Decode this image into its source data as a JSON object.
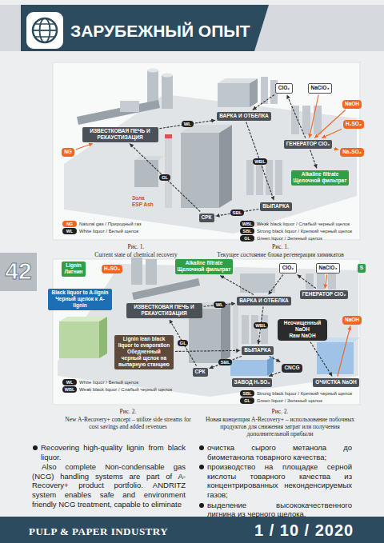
{
  "diagram": {
    "nodes": [
      {
        "text": [
          "ИЗВЕСТКОВАЯ ПЕЧЬ И РЕКАУСТИЗАЦИЯ"
        ]
      },
      {
        "text": [
          "NG"
        ]
      },
      {
        "text": [
          "ВАРКА И ОТБЕЛКА"
        ]
      },
      {
        "text": [
          "СРК"
        ]
      },
      {
        "text": [
          "ВЫПАРКА"
        ]
      },
      {
        "text": [
          "ГЕНЕРАТОР ClO₂"
        ]
      },
      {
        "text": [
          "ClO₂"
        ]
      },
      {
        "text": [
          "NaClO₃"
        ]
      },
      {
        "text": [
          "NaOH"
        ]
      },
      {
        "text": [
          "H₂SO₄"
        ]
      },
      {
        "text": [
          "Na₂SO₄"
        ]
      },
      {
        "text": [
          "Alkaline filtrate",
          "Щелочной фильтрат"
        ]
      },
      {
        "text": [
          "ИЗВЕСТКОВАЯ ПЕЧЬ И РЕКАУСТИЗАЦИЯ"
        ]
      },
      {
        "text": [
          "ВАРКА И ОТБЕЛКА"
        ]
      },
      {
        "text": [
          "Alkaline filtrate",
          "Щелочной фильтрат"
        ]
      },
      {
        "text": [
          "ClO₂"
        ]
      },
      {
        "text": [
          "NaClO₃"
        ]
      },
      {
        "text": [
          "ГЕНЕРАТОР ClO₂"
        ]
      },
      {
        "text": [
          "NaOH"
        ]
      },
      {
        "text": [
          "S"
        ]
      },
      {
        "text": [
          "H₂SO₄"
        ]
      },
      {
        "text": [
          "Неочищенный NaOH",
          "Raw NaOH"
        ]
      },
      {
        "text": [
          "ОЧИСТКА NaOH"
        ]
      },
      {
        "text": [
          "СРК"
        ]
      },
      {
        "text": [
          "ВЫПАРКА"
        ]
      },
      {
        "text": [
          "ЗАВОД H₂SO₄"
        ]
      },
      {
        "text": [
          "CNCG"
        ]
      },
      {
        "text": [
          "Lignin",
          "Лигнин"
        ]
      },
      {
        "text": [
          "Black liquor to A-lignin",
          "Черный щелок к A-lignin"
        ]
      },
      {
        "text": [
          "Lignin lean black liquor to evaporation",
          "Обедненный черный щелок на выпарную станцию"
        ]
      }
    ],
    "edges": [
      {
        "from": 1,
        "to": 0,
        "arrow": "to"
      },
      {
        "from": 0,
        "to": 2,
        "label": "WL",
        "arrow": "to"
      },
      {
        "from": 2,
        "to": 4,
        "label": "WBL",
        "arrow": "to"
      },
      {
        "from": 4,
        "to": 3,
        "label": "SBL",
        "arrow": "to"
      },
      {
        "from": 3,
        "to": 0,
        "label": "GL",
        "arrow": "to"
      },
      {
        "from": 6,
        "to": 2,
        "arrow": "to"
      },
      {
        "from": 5,
        "to": 6,
        "arrow": "to"
      },
      {
        "from": 7,
        "to": 5,
        "arrow": "to"
      },
      {
        "from": 8,
        "to": 5,
        "arrow": "to"
      },
      {
        "from": 9,
        "to": 5,
        "arrow": "to"
      },
      {
        "from": 5,
        "to": 10,
        "arrow": "to"
      },
      {
        "from": 5,
        "to": 11,
        "arrow": "to"
      },
      {
        "from": 12,
        "to": 13,
        "label": "WL",
        "arrow": "to"
      },
      {
        "from": 13,
        "to": 24,
        "label": "WBL",
        "arrow": "to"
      },
      {
        "from": 24,
        "to": 23,
        "label": "SBL",
        "arrow": "to"
      },
      {
        "from": 23,
        "to": 12,
        "label": "GL",
        "arrow": "to"
      },
      {
        "from": 17,
        "to": 15,
        "arrow": "to"
      },
      {
        "from": 16,
        "to": 17,
        "arrow": "to"
      },
      {
        "from": 15,
        "to": 13,
        "arrow": "to"
      },
      {
        "from": 13,
        "to": 14,
        "arrow": "to"
      },
      {
        "from": 21,
        "to": 22,
        "arrow": "to"
      },
      {
        "from": 22,
        "to": 18,
        "arrow": "to"
      },
      {
        "from": 24,
        "to": 26,
        "arrow": "to"
      },
      {
        "from": 26,
        "to": 25,
        "arrow": "to"
      },
      {
        "from": 29,
        "to": 24,
        "arrow": "to"
      }
    ],
    "labels": [
      "ЗАРУБЕЖНЫЙ ОПЫТ",
      "42",
      "NG",
      "WL",
      "WBL",
      "SBL",
      "GL",
      "Зола",
      "ESP Ash",
      "Рис. 1.",
      "Current state of chemical recovery",
      "Рис. 1.",
      "Текущее состояние блока регенерации химикатов",
      "WL",
      "WBL",
      "SBL",
      "GL",
      "Рис. 2.",
      "New A-Recovery+ concept – utilize side streams for cost savings and added revenues",
      "Рис. 2.",
      "Новая концепция A-Recovery+ – использование побочных продуктов для снижения затрат или получения дополнительной прибыли",
      "Recovering high-quality lignin from black liquor.",
      "Also complete Non-condensable gas (NCG) handling systems are part of A-Recovery+ product portfolio. ANDRITZ system enables safe and environment friendly NCG treatment, capable to eliminate",
      "очистка сырого метанола до биометанола товарного качества;",
      "производство на площадке серной кислоты товарного качества из концентрированных неконденсируемых газов;",
      "выделение высококачественного лигнина из черного щелока.",
      "PULP & PAPER INDUSTRY",
      "1 / 10 / 2020"
    ],
    "legend": [
      {
        "text": "Natural gas / Природный газ",
        "color": "#f26522"
      },
      {
        "text": "White liquor / Белый щелок",
        "color": "#231f20"
      },
      {
        "text": "Weak black liquor / Слабый черный щелок",
        "color": "#231f20"
      },
      {
        "text": "Strong black liquor / Крепкий черный щелок",
        "color": "#231f20"
      },
      {
        "text": "Green liquor / Зеленый щелок",
        "color": "#231f20"
      },
      {
        "text": "White liquor / Белый щелок",
        "color": "#231f20"
      },
      {
        "text": "Weak black liquor / Слабый черный щелок",
        "color": "#231f20"
      },
      {
        "text": "Strong black liquor / Крепкий черный щелок",
        "color": "#231f20"
      },
      {
        "text": "Green liquor / Зеленый щелок",
        "color": "#231f20"
      }
    ]
  }
}
